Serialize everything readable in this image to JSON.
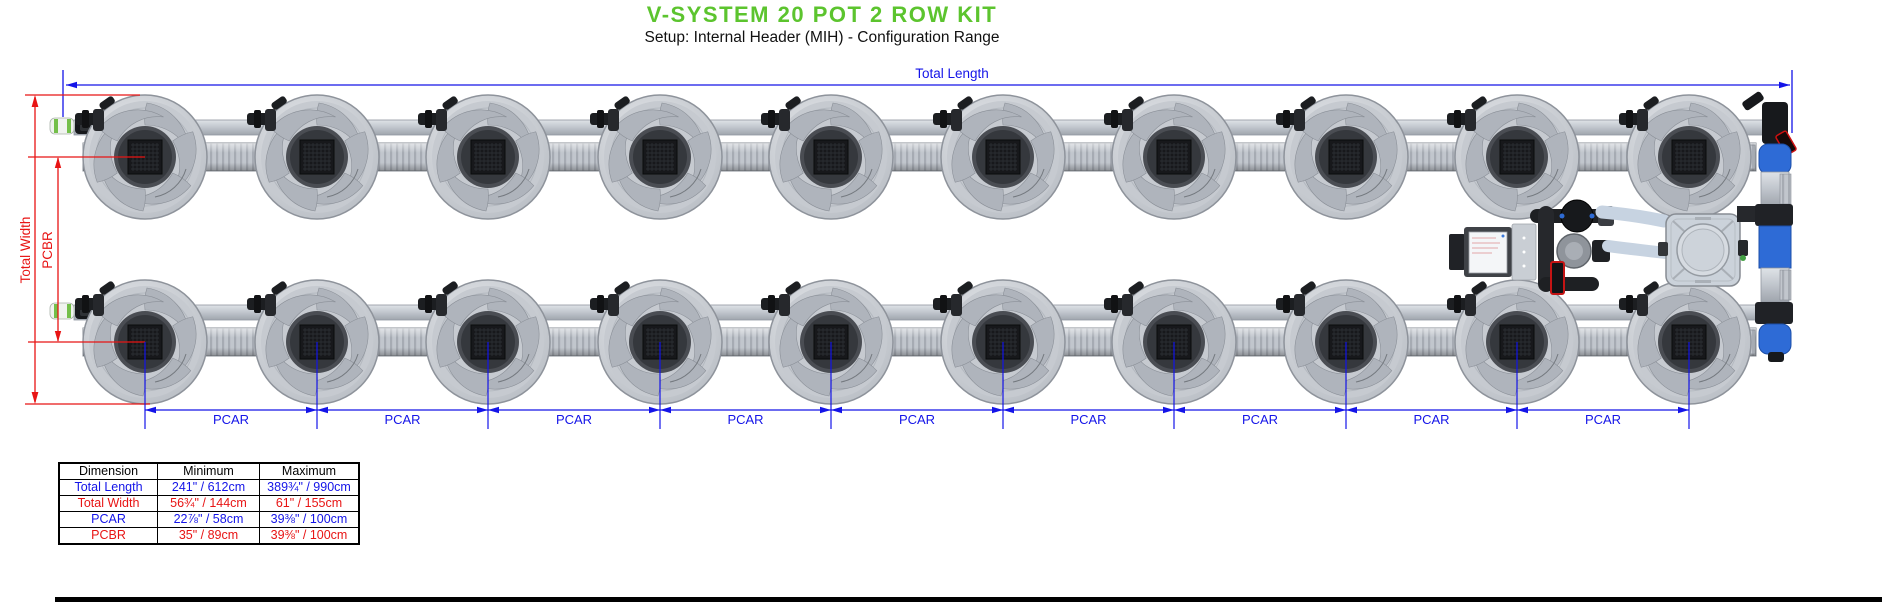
{
  "header": {
    "title": "V-SYSTEM 20 POT 2 ROW KIT",
    "subtitle": "Setup: Internal Header (MIH) - Configuration Range"
  },
  "diagram": {
    "total_length_label": "Total Length",
    "total_width_label": "Total Width",
    "pcbr_label": "PCBR",
    "pcar_label": "PCAR",
    "rows": 2,
    "pots_per_row": 10,
    "pot_xs": [
      145,
      317,
      488,
      660,
      831,
      1003,
      1174,
      1346,
      1517,
      1689
    ],
    "row_ys": [
      157,
      342
    ],
    "colors": {
      "dimension_blue": "#1414E8",
      "dimension_red": "#E81414",
      "title_green": "#5CC42E",
      "manifold_blue": "#2E6BD6",
      "pipe_gray": "#C1C6CD",
      "hose_blue": "#C7D3E1"
    }
  },
  "table": {
    "columns": [
      "Dimension",
      "Minimum",
      "Maximum"
    ],
    "rows": [
      {
        "dimension": "Total Length",
        "minimum": "241\" / 612cm",
        "maximum": "389¾\" / 990cm",
        "color": "blue"
      },
      {
        "dimension": "Total Width",
        "minimum": "56¾\" / 144cm",
        "maximum": "61\" / 155cm",
        "color": "red"
      },
      {
        "dimension": "PCAR",
        "minimum": "22⅞\" / 58cm",
        "maximum": "39⅜\" / 100cm",
        "color": "blue"
      },
      {
        "dimension": "PCBR",
        "minimum": "35\" / 89cm",
        "maximum": "39⅜\" / 100cm",
        "color": "red"
      }
    ]
  }
}
